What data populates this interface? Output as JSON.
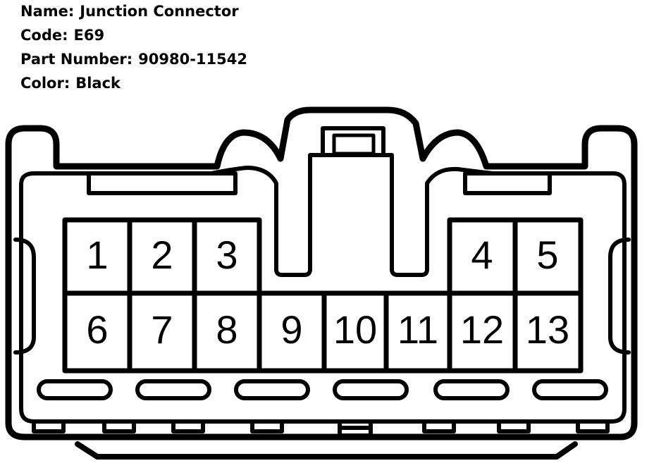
{
  "info": {
    "name_label": "Name:",
    "name_value": "Junction Connector",
    "code_label": "Code:",
    "code_value": "E69",
    "part_label": "Part Number:",
    "part_value": "90980-11542",
    "color_label": "Color:",
    "color_value": "Black"
  },
  "pins": {
    "row1": [
      "1",
      "2",
      "3",
      "4",
      "5"
    ],
    "row2": [
      "6",
      "7",
      "8",
      "9",
      "10",
      "11",
      "12",
      "13"
    ]
  },
  "colors": {
    "stroke": "#000000",
    "background": "#ffffff"
  }
}
